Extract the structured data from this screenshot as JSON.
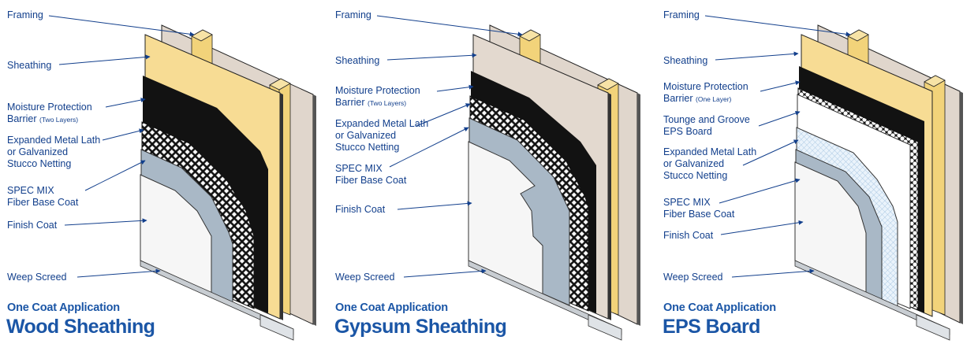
{
  "colors": {
    "label": "#123f8c",
    "title": "#1b56a6",
    "wood": "#f7dc94",
    "gypsum": "#e3d9cf",
    "moisture": "#111111",
    "base_coat": "#a9b8c6",
    "finish": "#f5f5f5",
    "eps": "#ffffff"
  },
  "panels": [
    {
      "subtitle": "One Coat Application",
      "title": "Wood Sheathing",
      "labels": {
        "framing": "Framing",
        "sheathing": "Sheathing",
        "moisture_1": "Moisture Protection",
        "moisture_2": "Barrier",
        "moisture_note": "(Two Layers)",
        "lath_1": "Expanded Metal Lath",
        "lath_2": "or Galvanized",
        "lath_3": "Stucco Netting",
        "base_1": "SPEC MIX",
        "base_2": "Fiber Base Coat",
        "finish": "Finish Coat",
        "weep": "Weep Screed"
      }
    },
    {
      "subtitle": "One Coat Application",
      "title": "Gypsum Sheathing",
      "labels": {
        "framing": "Framing",
        "sheathing": "Sheathing",
        "moisture_1": "Moisture Protection",
        "moisture_2": "Barrier",
        "moisture_note": "(Two Layers)",
        "lath_1": "Expanded Metal Lath",
        "lath_2": "or Galvanized",
        "lath_3": "Stucco Netting",
        "base_1": "SPEC MIX",
        "base_2": "Fiber Base Coat",
        "finish": "Finish Coat",
        "weep": "Weep Screed"
      }
    },
    {
      "subtitle": "One Coat Application",
      "title": "EPS Board",
      "labels": {
        "framing": "Framing",
        "sheathing": "Sheathing",
        "moisture_1": "Moisture Protection",
        "moisture_2": "Barrier",
        "moisture_note": "(One Layer)",
        "eps_1": "Tounge and Groove",
        "eps_2": "EPS Board",
        "lath_1": "Expanded Metal Lath",
        "lath_2": "or Galvanized",
        "lath_3": "Stucco Netting",
        "base_1": "SPEC MIX",
        "base_2": "Fiber Base Coat",
        "finish": "Finish Coat",
        "weep": "Weep Screed"
      }
    }
  ]
}
